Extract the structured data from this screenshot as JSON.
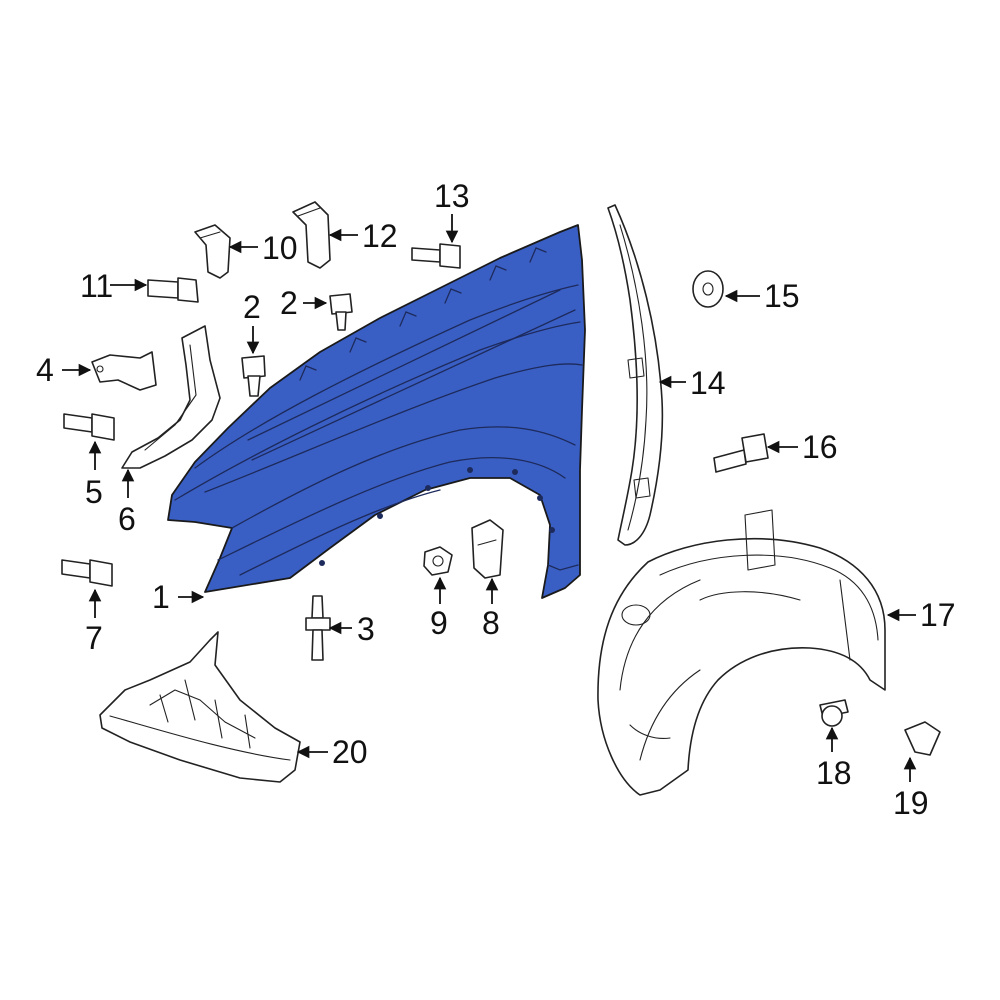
{
  "diagram": {
    "highlight_color": "#3a5fc4",
    "callouts": {
      "c1": "1",
      "c2a": "2",
      "c2b": "2",
      "c3": "3",
      "c4": "4",
      "c5": "5",
      "c6": "6",
      "c7": "7",
      "c8": "8",
      "c9": "9",
      "c10": "10",
      "c11": "11",
      "c12": "12",
      "c13": "13",
      "c14": "14",
      "c15": "15",
      "c16": "16",
      "c17": "17",
      "c18": "18",
      "c19": "19",
      "c20": "20"
    }
  }
}
